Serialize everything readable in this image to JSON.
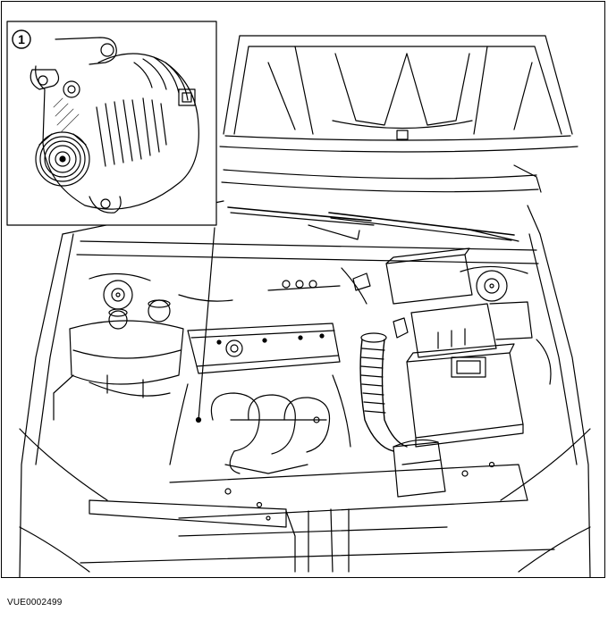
{
  "figure": {
    "callout_label": "1",
    "reference_code": "VUE0002499"
  },
  "colors": {
    "line": "#000000",
    "background": "#ffffff",
    "hatch": "#444444"
  },
  "inset": {
    "subject": "alternator-detail"
  },
  "scene": {
    "subject": "engine-compartment-line-drawing"
  }
}
